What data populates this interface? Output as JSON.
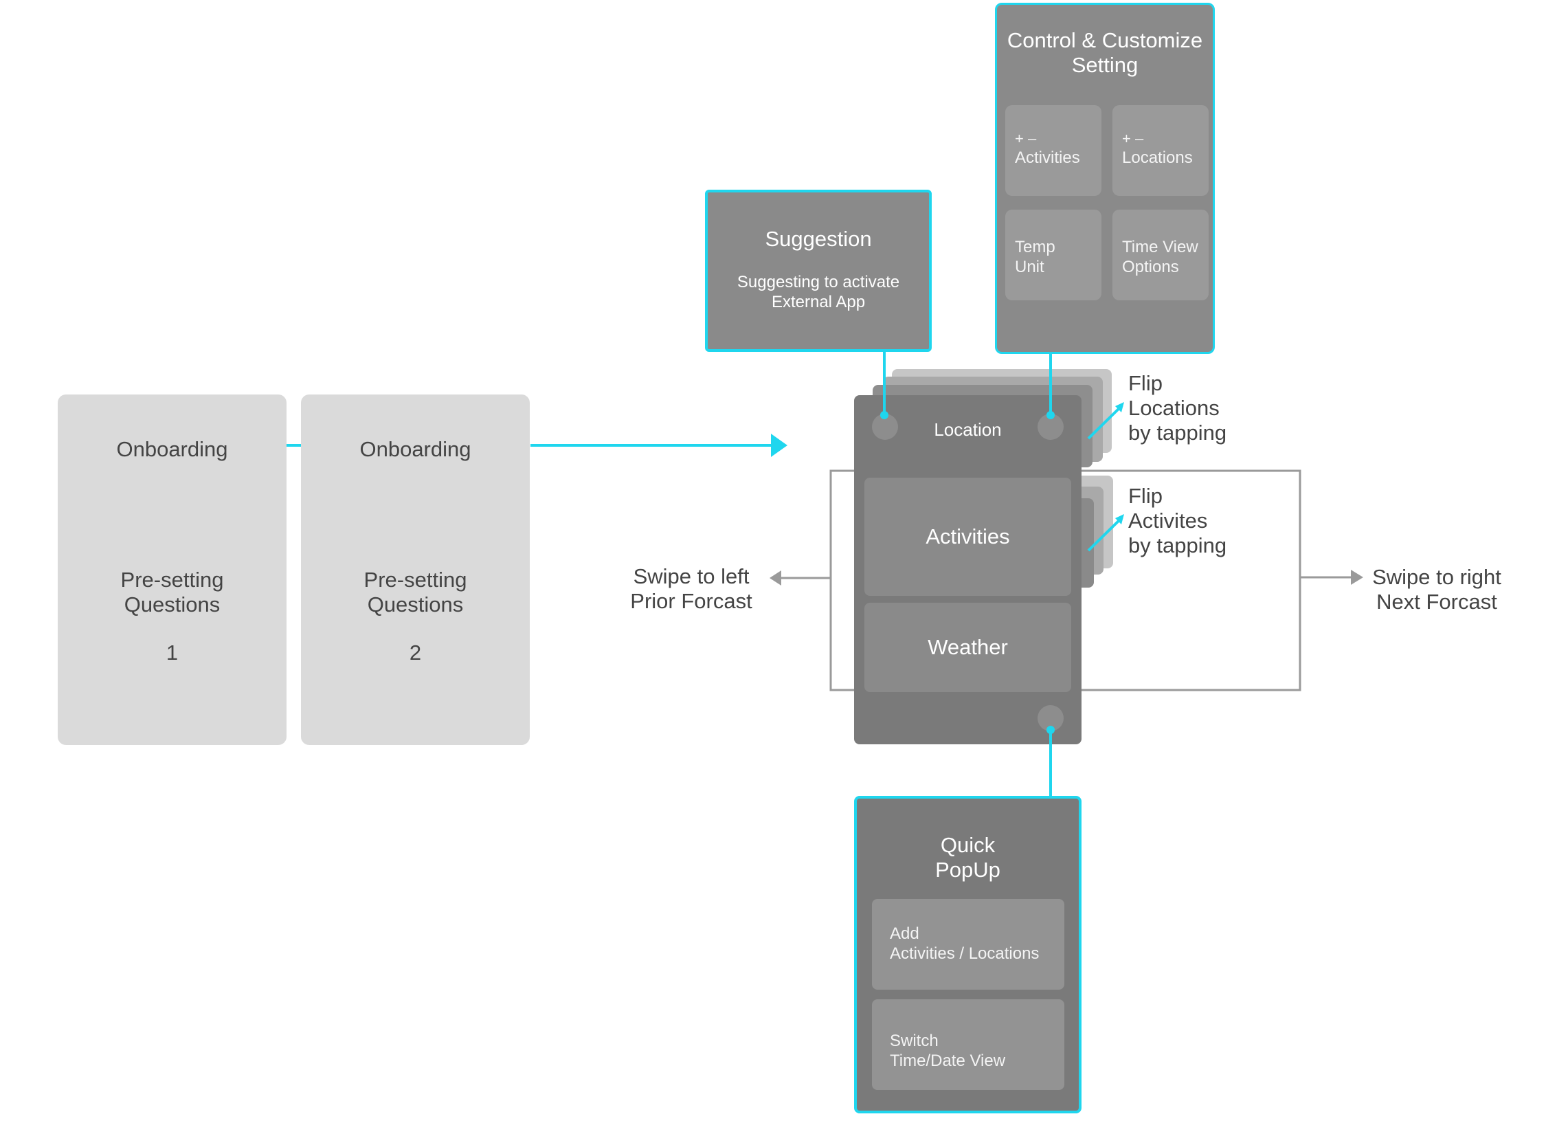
{
  "colors": {
    "accent": "#1fd6ee",
    "connector_gray": "#9a9a9a",
    "card_light": "#dadada",
    "card_dark": "#7a7a7a"
  },
  "onboarding": [
    {
      "title": "Onboarding",
      "subtitle": "Pre-setting\nQuestions",
      "number": "1"
    },
    {
      "title": "Onboarding",
      "subtitle": "Pre-setting\nQuestions",
      "number": "2"
    }
  ],
  "suggestion": {
    "title": "Suggestion",
    "subtitle": "Suggesting to activate\nExternal App"
  },
  "control": {
    "title": "Control & Customize\nSetting",
    "tiles": [
      {
        "prefix": "+ –",
        "label": "Activities"
      },
      {
        "prefix": "+ –",
        "label": "Locations"
      },
      {
        "prefix": "",
        "label": "Temp\nUnit"
      },
      {
        "prefix": "",
        "label": "Time View\nOptions"
      }
    ]
  },
  "phone": {
    "location": "Location",
    "activities": "Activities",
    "weather": "Weather"
  },
  "quick_popup": {
    "title": "Quick\nPopUp",
    "items": [
      "Add\nActivities / Locations",
      "Switch\nTime/Date View"
    ]
  },
  "annotations": {
    "flip_locations": "Flip\nLocations\nby tapping",
    "flip_activities": "Flip\nActivites\nby tapping",
    "swipe_left": "Swipe to left\nPrior Forcast",
    "swipe_right": "Swipe to right\nNext Forcast"
  }
}
